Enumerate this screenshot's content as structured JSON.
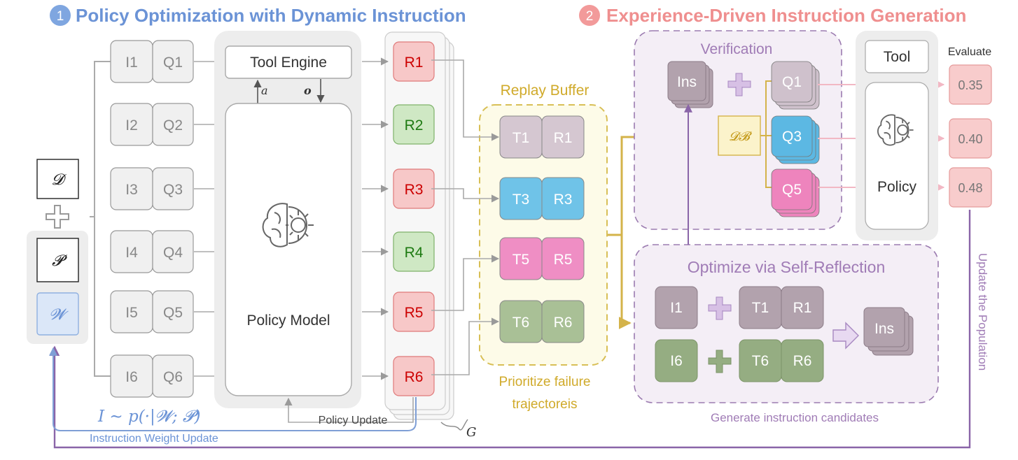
{
  "section1": {
    "number": "1",
    "title": "Policy Optimization with Dynamic Instruction"
  },
  "section2": {
    "number": "2",
    "title": "Experience-Driven Instruction Generation"
  },
  "population": {
    "d": "𝓓",
    "plus": "+",
    "p": "𝓟",
    "w": "𝓦"
  },
  "iq_pairs": [
    {
      "i": "I1",
      "q": "Q1"
    },
    {
      "i": "I2",
      "q": "Q2"
    },
    {
      "i": "I3",
      "q": "Q3"
    },
    {
      "i": "I4",
      "q": "Q4"
    },
    {
      "i": "I5",
      "q": "Q5"
    },
    {
      "i": "I6",
      "q": "Q6"
    }
  ],
  "tool_engine": "Tool Engine",
  "action": "a",
  "observation": "o",
  "policy_model": "Policy Model",
  "responses": [
    {
      "label": "R1",
      "status": "fail"
    },
    {
      "label": "R2",
      "status": "success"
    },
    {
      "label": "R3",
      "status": "fail"
    },
    {
      "label": "R4",
      "status": "success"
    },
    {
      "label": "R5",
      "status": "fail"
    },
    {
      "label": "R6",
      "status": "fail"
    }
  ],
  "group": "G",
  "replay_buffer": {
    "title": "Replay Buffer",
    "rows": [
      {
        "t": "T1",
        "r": "R1",
        "color": "#d5c7d1"
      },
      {
        "t": "T3",
        "r": "R3",
        "color": "#6fc3e8"
      },
      {
        "t": "T5",
        "r": "R5",
        "color": "#ef8ec4"
      },
      {
        "t": "T6",
        "r": "R6",
        "color": "#a9c096"
      }
    ],
    "caption_line1": "Prioritize failure",
    "caption_line2": "trajectoreis"
  },
  "sampling_formula": "I ∼ p(·|𝓦; 𝓟)",
  "instruction_weight_update": "Instruction Weight Update",
  "policy_update": "Policy Update",
  "verification": {
    "title": "Verification",
    "ins": "Ins",
    "plus": "+",
    "db": "𝓓𝓑",
    "queries": [
      {
        "label": "Q1",
        "color": "#cfc1cc"
      },
      {
        "label": "Q3",
        "color": "#5cb8e3"
      },
      {
        "label": "Q5",
        "color": "#ee84bd"
      }
    ]
  },
  "evaluator": {
    "tool": "Tool",
    "policy": "Policy",
    "evaluate_label": "Evaluate",
    "scores": [
      "0.35",
      "0.40",
      "0.48"
    ]
  },
  "self_reflection": {
    "title": "Optimize via Self-Reflection",
    "row1": {
      "i": "I1",
      "t": "T1",
      "r": "R1"
    },
    "row2": {
      "i": "I6",
      "t": "T6",
      "r": "R6"
    },
    "ins": "Ins",
    "caption": "Generate instruction candidates"
  },
  "update_population": "Update the Population"
}
